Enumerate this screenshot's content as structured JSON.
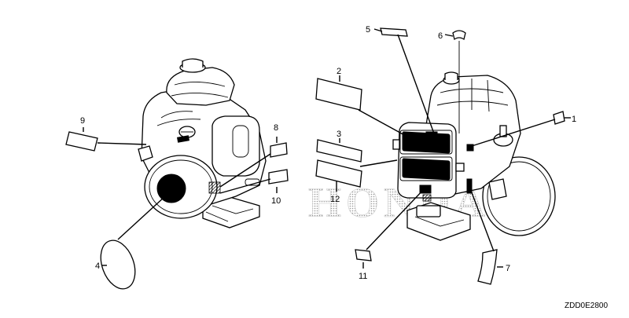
{
  "diagram": {
    "watermark": "HONDA",
    "drawing_code": "ZDD0E2800",
    "callouts": [
      {
        "id": "c1",
        "label": "1"
      },
      {
        "id": "c2",
        "label": "2"
      },
      {
        "id": "c3",
        "label": "3"
      },
      {
        "id": "c4",
        "label": "4"
      },
      {
        "id": "c5",
        "label": "5"
      },
      {
        "id": "c6",
        "label": "6"
      },
      {
        "id": "c7",
        "label": "7"
      },
      {
        "id": "c8",
        "label": "8"
      },
      {
        "id": "c9",
        "label": "9"
      },
      {
        "id": "c10",
        "label": "10"
      },
      {
        "id": "c11",
        "label": "11"
      },
      {
        "id": "c12",
        "label": "12"
      }
    ]
  }
}
